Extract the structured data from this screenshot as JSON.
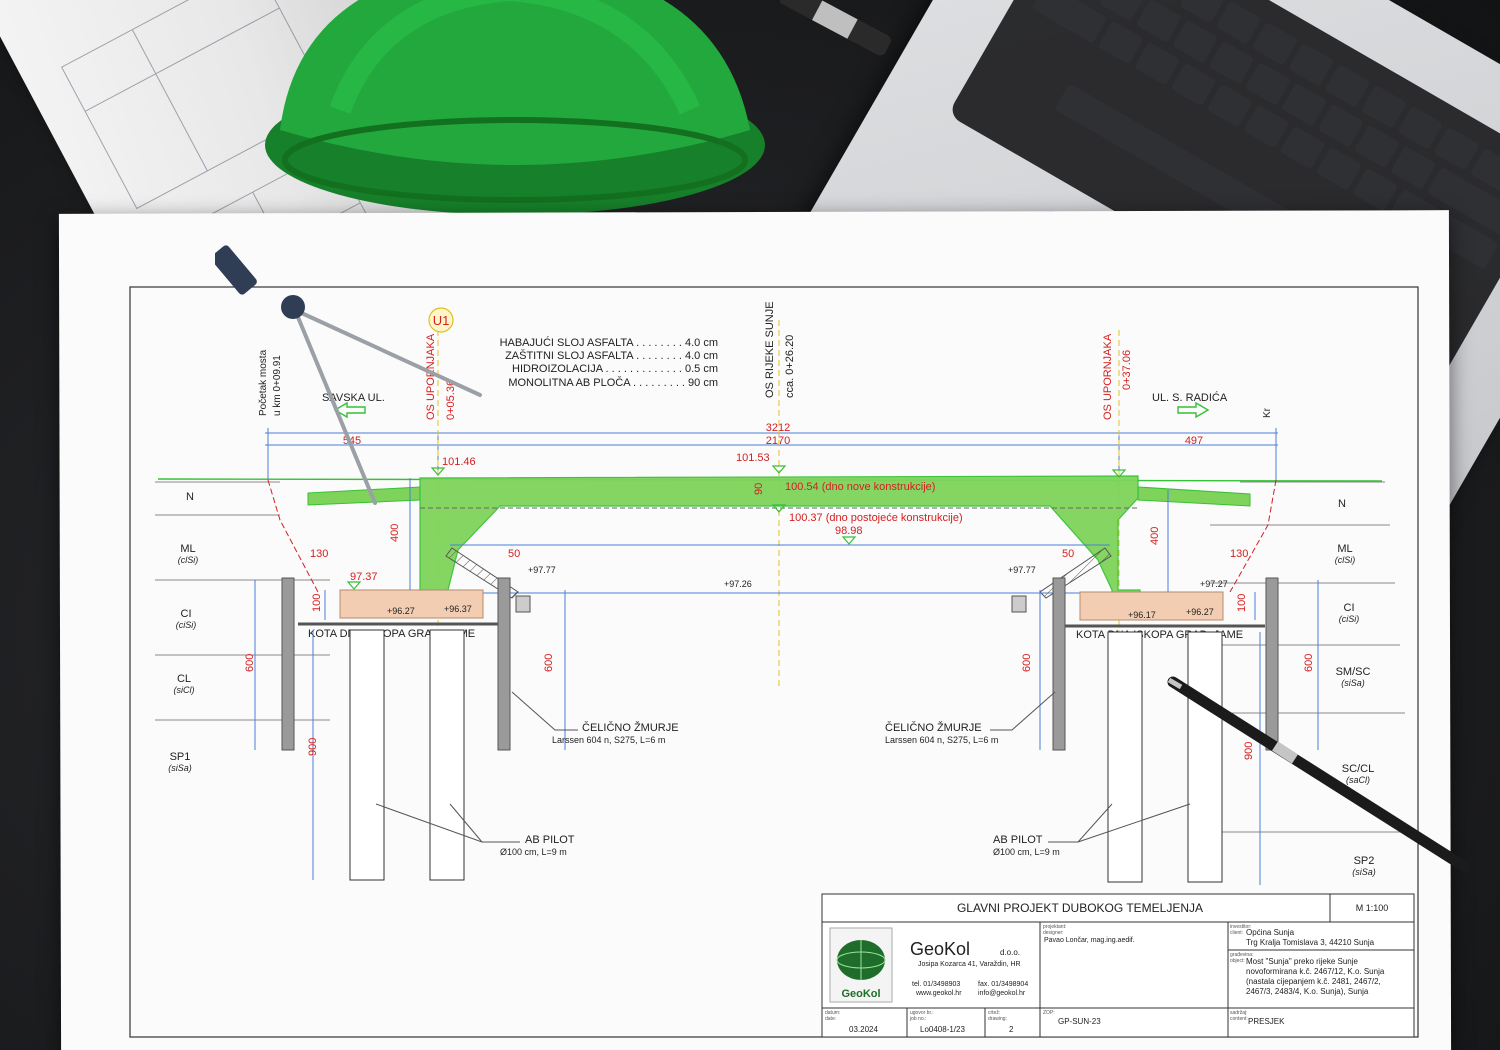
{
  "drawing": {
    "marker": "U1",
    "layers": [
      {
        "label": "HABAJUĆI SLOJ ASFALTA . . . . . . . . 4.0 cm"
      },
      {
        "label": "ZAŠTITNI SLOJ ASFALTA . . . . . . . . 4.0 cm"
      },
      {
        "label": "HIDROIZOLACIJA . . . . . . . . . . . . . 0.5 cm"
      },
      {
        "label": "MONOLITNA AB PLOČA . . . . . . . . . 90 cm"
      }
    ],
    "axes": {
      "left_abutment": "OS UPORNJAKA",
      "left_abutment_km": "0+05.36",
      "river": "OS RIJEKE SUNJE",
      "river_km": "cca. 0+26.20",
      "right_abutment": "OS UPORNJAKA",
      "right_abutment_km": "0+37.06",
      "bridge_start_line1": "Početak mosta",
      "bridge_start_line2": "u km 0+09.91",
      "right_edge": "Kr"
    },
    "streets": {
      "left": "SAVSKA UL.",
      "right": "UL. S. RADIĆA"
    },
    "dimensions": {
      "total": "3212",
      "span": "2170",
      "left": "545",
      "right": "497",
      "slab_thickness": "90",
      "wall_left": "400",
      "wall_right": "400",
      "left_offset": "130",
      "right_offset": "130",
      "inner_left": "50",
      "inner_right": "50",
      "cap_left": "100",
      "cap_right": "100",
      "sheet_left_outer": "600",
      "sheet_left_inner": "600",
      "sheet_right_inner": "600",
      "sheet_right_outer": "600",
      "pile_left": "900",
      "pile_right": "900"
    },
    "elevations": {
      "left_deck": "101.46",
      "mid_deck": "101.53",
      "new_bottom": "100.54 (dno nove konstrukcije)",
      "old_bottom": "100.37 (dno postojeće konstrukcije)",
      "water": "98.98",
      "left_ground": "97.37",
      "left_inner": "+97.77",
      "mid_water": "+97.26",
      "right_inner": "+97.77",
      "right_outer": "+97.27",
      "left_cap_a": "+96.27",
      "left_cap_b": "+96.37",
      "right_cap_a": "+96.17",
      "right_cap_b": "+96.27"
    },
    "excavation_label": "KOTA DNA ISKOPA GRAĐ. JAME",
    "sheet_pile": {
      "title": "ČELIČNO ŽMURJE",
      "spec": "Larssen 604 n, S275, L=6 m"
    },
    "pile": {
      "title": "AB PILOT",
      "spec": "Ø100 cm, L=9 m"
    },
    "soil_left": [
      {
        "name": "N",
        "sub": ""
      },
      {
        "name": "ML",
        "sub": "(clSi)"
      },
      {
        "name": "CI",
        "sub": "(ciSi)"
      },
      {
        "name": "CL",
        "sub": "(siCl)"
      },
      {
        "name": "SP1",
        "sub": "(siSa)"
      }
    ],
    "soil_right": [
      {
        "name": "N",
        "sub": ""
      },
      {
        "name": "ML",
        "sub": "(clSi)"
      },
      {
        "name": "CI",
        "sub": "(ciSi)"
      },
      {
        "name": "SM/SC",
        "sub": "(siSa)"
      },
      {
        "name": "SC/CL",
        "sub": "(saCl)"
      },
      {
        "name": "SP2",
        "sub": "(siSa)"
      }
    ]
  },
  "title_block": {
    "title": "GLAVNI PROJEKT DUBOKOG TEMELJENJA",
    "scale": "M 1:100",
    "company": "GeoKol",
    "company_suffix": "d.o.o.",
    "logo_text": "GeoKol",
    "address": "Josipa Kozarca 41, Varaždin, HR",
    "tel": "tel. 01/3498903",
    "fax": "fax. 01/3498904",
    "web": "www.geokol.hr",
    "email": "info@geokol.hr",
    "designer_label": "projektant:",
    "designer_label2": "designer:",
    "designer": "Pavao Lončar, mag.ing.aedif.",
    "client_label": "investitor:",
    "client_label2": "client:",
    "client_line1": "Općina Sunja",
    "client_line2": "Trg Kralja Tomislava 3, 44210 Sunja",
    "object_label": "građevina:",
    "object_label2": "object:",
    "object_line1": "Most \"Sunja\" preko rijeke Sunje",
    "object_line2": "novoformirana k.č. 2467/12, K.o. Sunja",
    "object_line3": "(nastala cijepanjem k.č. 2481, 2467/2,",
    "object_line4": "2467/3, 2483/4, K.o. Sunja), Sunja",
    "date_label": "datum:",
    "date_label2": "date:",
    "date": "03.2024",
    "contract_label": "ugovor br.:",
    "contract_label2": "job no.:",
    "contract": "Lo0408-1/23",
    "drawing_label": "crtež:",
    "drawing_label2": "drawing:",
    "drawing_no": "2",
    "zop_label": "ZOP:",
    "zop": "GP-SUN-23",
    "content_label": "sadržaj:",
    "content_label2": "content:",
    "content": "PRESJEK"
  },
  "colors": {
    "concrete_green": "#7fd35a",
    "green_line": "#35c235",
    "dim_blue": "#4a7fd8",
    "red": "#d42020",
    "cap_fill": "#f2cdb2",
    "helmet": "#1f9e36"
  }
}
